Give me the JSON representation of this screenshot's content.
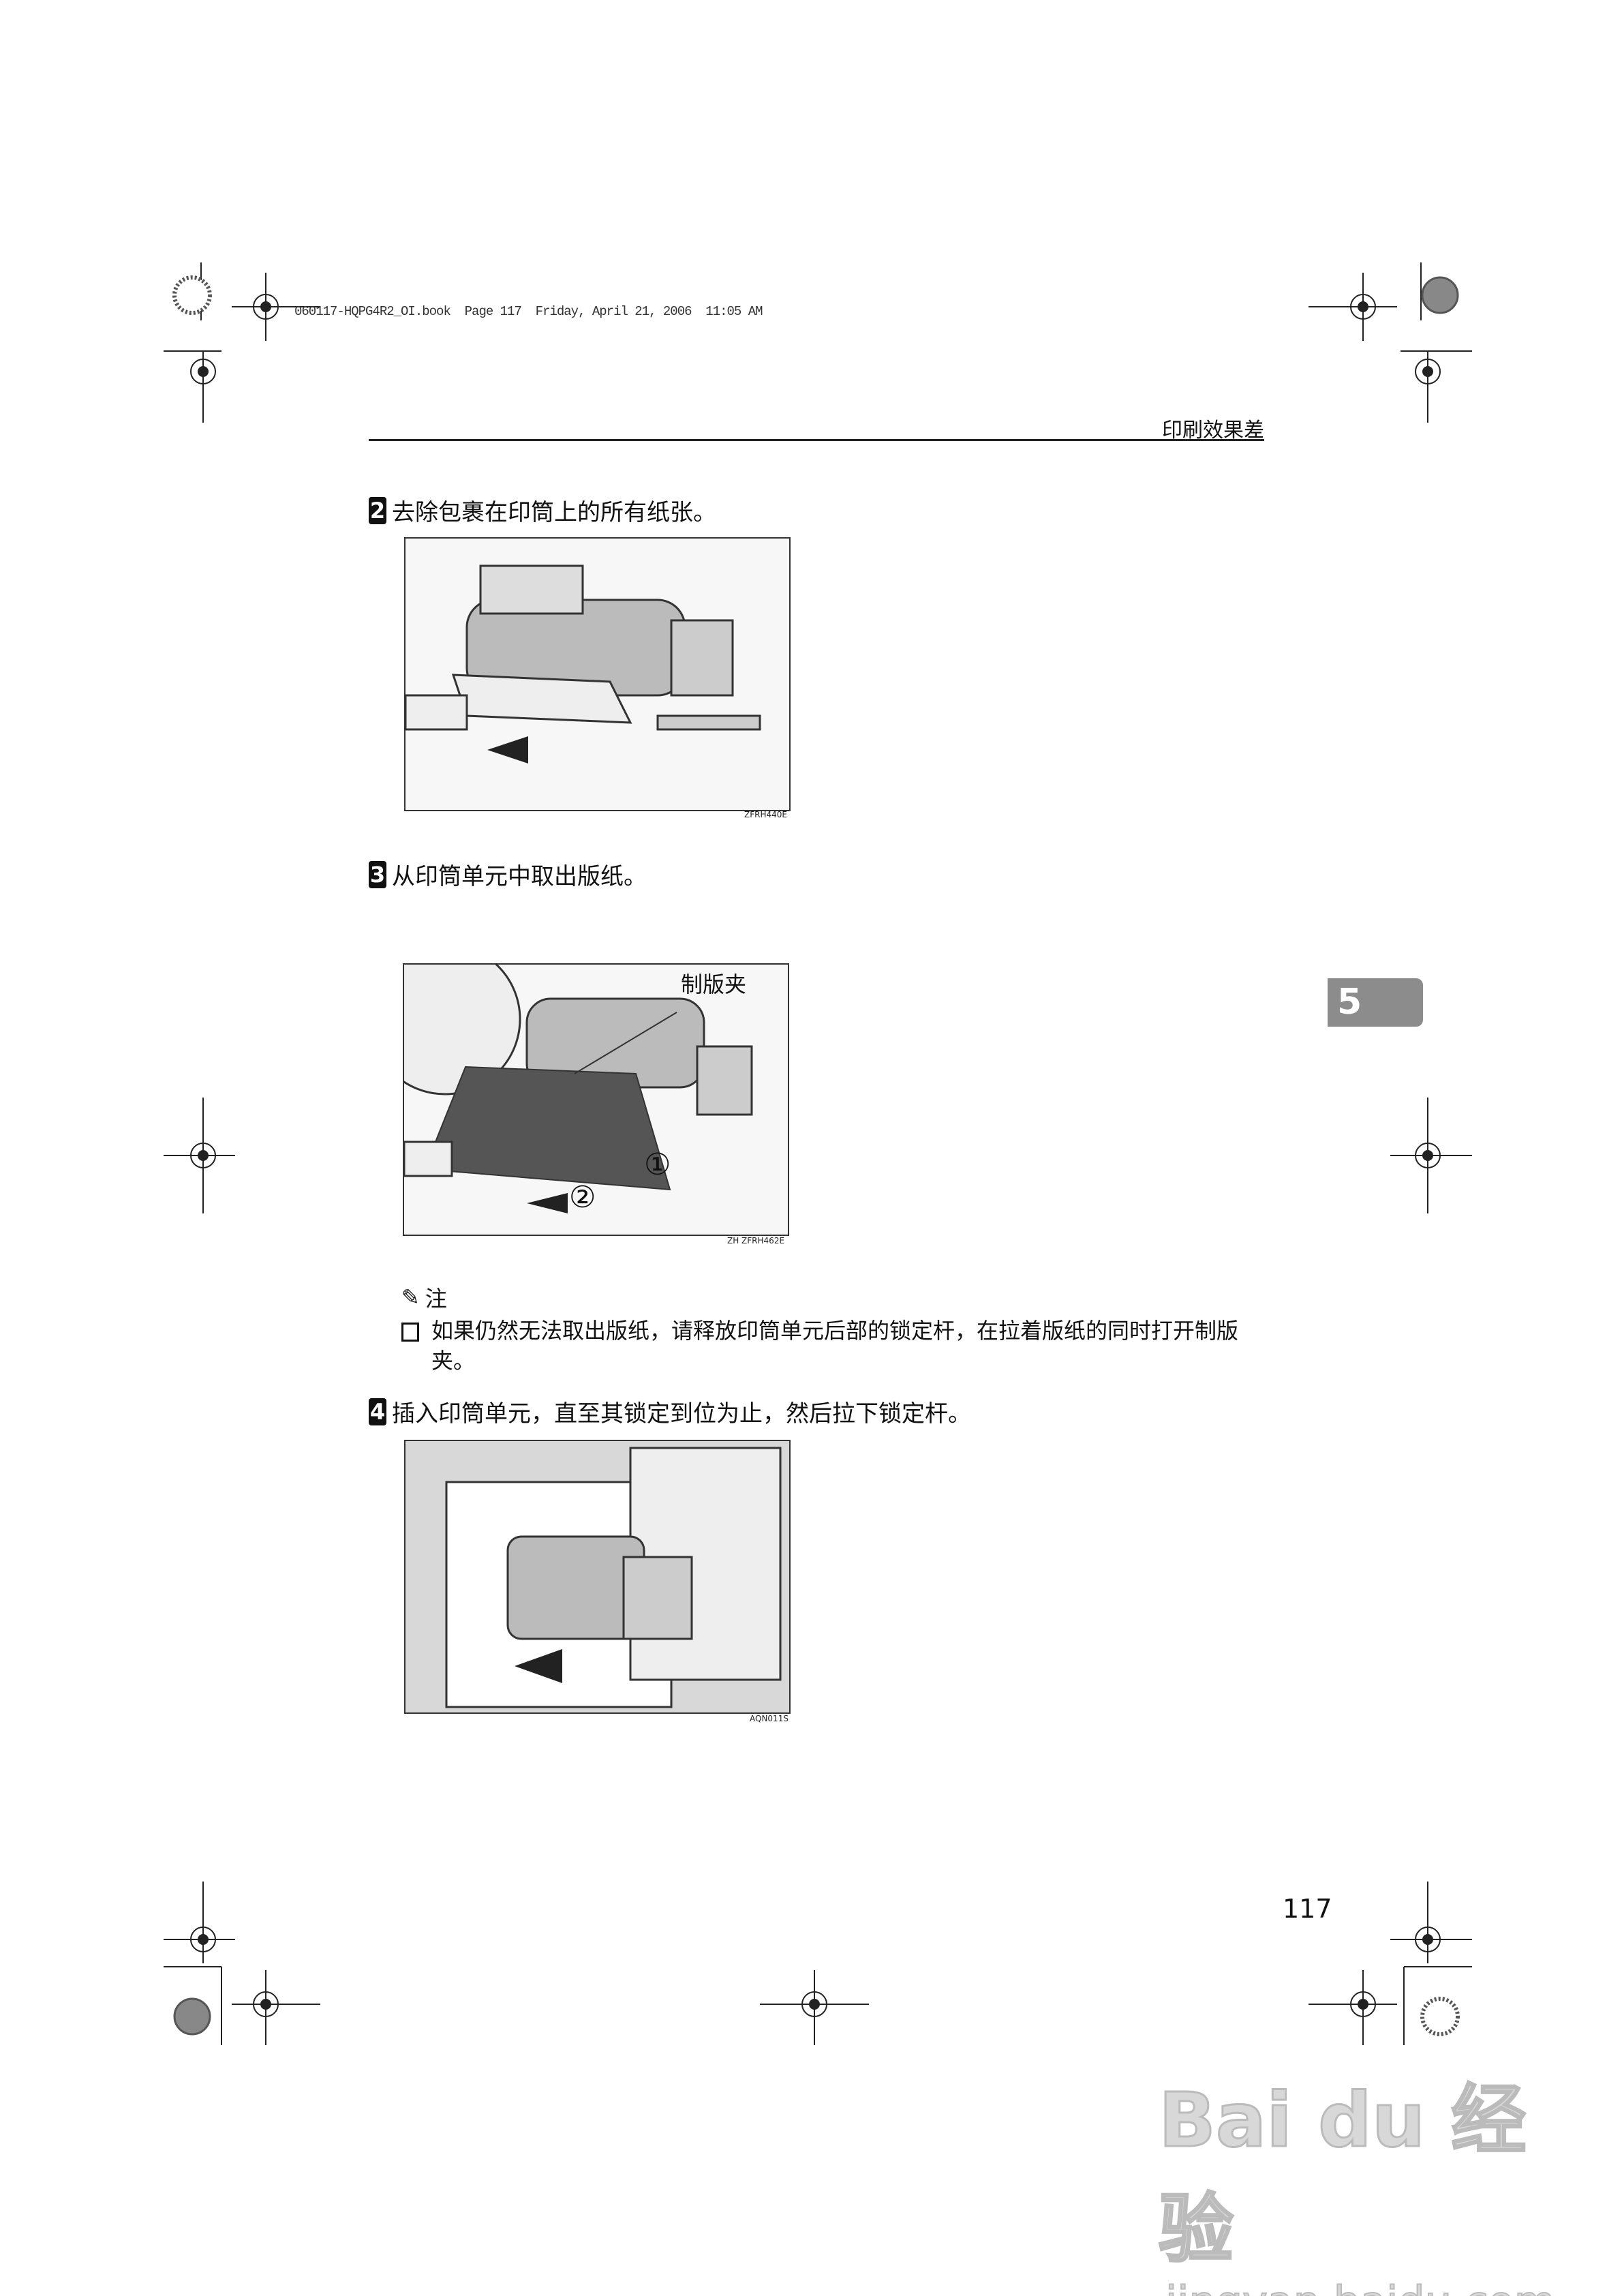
{
  "print_header": "060117-HQPG4R2_OI.book  Page 117  Friday, April 21, 2006  11:05 AM",
  "running_head": "印刷效果差",
  "chapter_tab": "5",
  "steps": [
    {
      "number": "2",
      "text": "去除包裹在印筒上的所有纸张。",
      "figure_code": "ZFRH440E"
    },
    {
      "number": "3",
      "text": "从印筒单元中取出版纸。",
      "figure_code": "ZH  ZFRH462E",
      "figure_label": "制版夹",
      "callouts": [
        "①",
        "②"
      ]
    },
    {
      "number": "4",
      "text": "插入印筒单元，直至其锁定到位为止，然后拉下锁定杆。",
      "figure_code": "AQN011S"
    }
  ],
  "note": {
    "icon": "pencil-icon",
    "title": "注",
    "items": [
      "如果仍然无法取出版纸，请释放印筒单元后部的锁定杆，在拉着版纸的同时打开制版夹。"
    ]
  },
  "page_number": "117",
  "watermark": {
    "brand": "Bai du 经验",
    "url": "jingyan.baidu.com"
  }
}
